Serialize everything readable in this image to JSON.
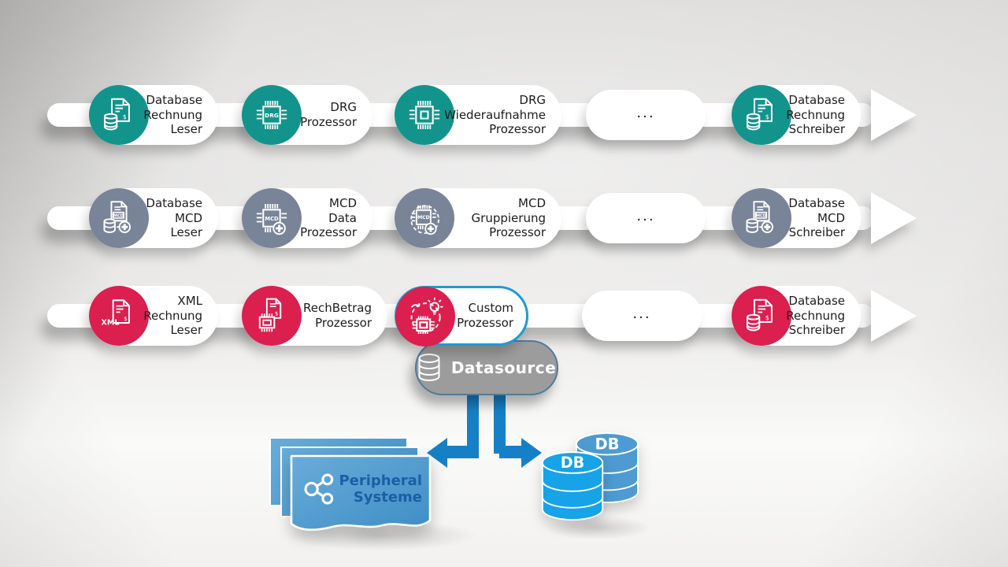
{
  "rows": [
    {
      "name": "drg-rechnung-pipeline",
      "color": "#12948C",
      "nodes": [
        {
          "label": "Database\nRechnung\nLeser",
          "icon": "document-database-dollar-icon"
        },
        {
          "label": "DRG\nProzessor",
          "icon": "chip-drg-icon"
        },
        {
          "label": "DRG\nWiederaufnahme\nProzessor",
          "icon": "chip-icon"
        },
        {
          "label": "Database\nRechnung\nSchreiber",
          "icon": "document-database-dollar-icon"
        }
      ],
      "ellipsis": "..."
    },
    {
      "name": "mcd-pipeline",
      "color": "#7A8498",
      "nodes": [
        {
          "label": "Database\nMCD\nLeser",
          "icon": "document-mcd-database-plus-icon"
        },
        {
          "label": "MCD  Data\nProzessor",
          "icon": "chip-mcd-plus-icon"
        },
        {
          "label": "MCD\nGruppierung\nProzessor",
          "icon": "chip-mcd-dashed-circle-icon"
        },
        {
          "label": "Database\nMCD\nSchreiber",
          "icon": "document-mcd-database-plus-icon"
        }
      ],
      "ellipsis": "..."
    },
    {
      "name": "xml-rechnung-pipeline",
      "color": "#DB1F4E",
      "nodes": [
        {
          "label": "XML\nRechnung\nLeser",
          "icon": "xml-document-dollar-icon"
        },
        {
          "label": "RechBetrag\nProzessor",
          "icon": "document-chip-dollar-icon"
        },
        {
          "label": "Custom\nProzessor",
          "icon": "custom-chip-bulb-icon"
        },
        {
          "label": "Database\nRechnung\nSchreiber",
          "icon": "document-database-dollar-icon"
        }
      ],
      "ellipsis": "..."
    }
  ],
  "datasource": {
    "label": "Datasource",
    "icon": "database-cylinder-icon"
  },
  "peripheral": {
    "label": "Peripheral\nSysteme",
    "icon": "share-network-icon"
  },
  "databases": [
    {
      "label": "DB",
      "color": "#4D9BD2"
    },
    {
      "label": "DB",
      "color": "#16A3E7"
    }
  ],
  "colors": {
    "teal": "#12948C",
    "slate": "#7A8498",
    "crimson": "#DB1F4E",
    "accent-blue": "#1D9BD6",
    "arrow-blue": "#1680C6",
    "db-front": "#16A3E7",
    "db-back": "#4D9BD2",
    "datasource-gray": "#9C9C9C",
    "datasource-border": "#4E7C99",
    "card-blue-light": "#69ACD8",
    "card-blue-dark": "#3E8EC6",
    "card-text": "#1A5FA5",
    "label": "#1D1D1D"
  }
}
